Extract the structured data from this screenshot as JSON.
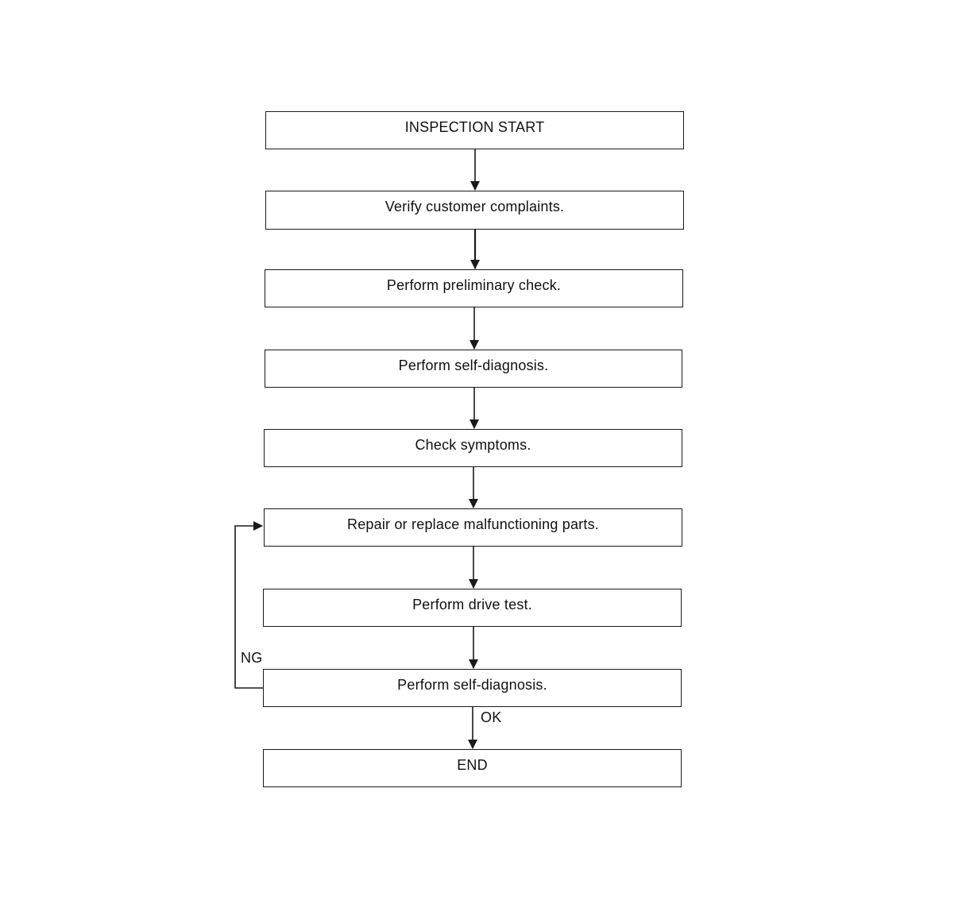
{
  "flowchart": {
    "steps": [
      "INSPECTION START",
      "Verify customer complaints.",
      "Perform preliminary check.",
      "Perform self-diagnosis.",
      "Check symptoms.",
      "Repair or replace malfunctioning parts.",
      "Perform drive test.",
      "Perform self-diagnosis.",
      "END"
    ],
    "branch_ng_label": "NG",
    "branch_ok_label": "OK"
  },
  "colors": {
    "line": "#1a1a1a",
    "background": "#ffffff"
  }
}
